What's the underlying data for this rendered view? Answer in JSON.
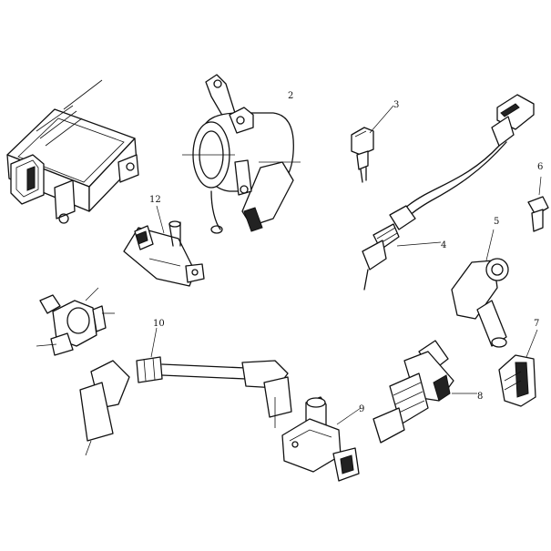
{
  "callouts": [
    {
      "id": "c1",
      "text": ""
    },
    {
      "id": "c2",
      "text": "2"
    },
    {
      "id": "c3",
      "text": "3"
    },
    {
      "id": "c4",
      "text": "4"
    },
    {
      "id": "c5",
      "text": "5"
    },
    {
      "id": "c6",
      "text": "6"
    },
    {
      "id": "c7",
      "text": "7"
    },
    {
      "id": "c8",
      "text": "8"
    },
    {
      "id": "c9",
      "text": "9"
    },
    {
      "id": "c10",
      "text": "10"
    },
    {
      "id": "c11",
      "text": ""
    },
    {
      "id": "c12",
      "text": "12"
    }
  ],
  "colors": {
    "line": "#111111",
    "background": "#ffffff"
  }
}
